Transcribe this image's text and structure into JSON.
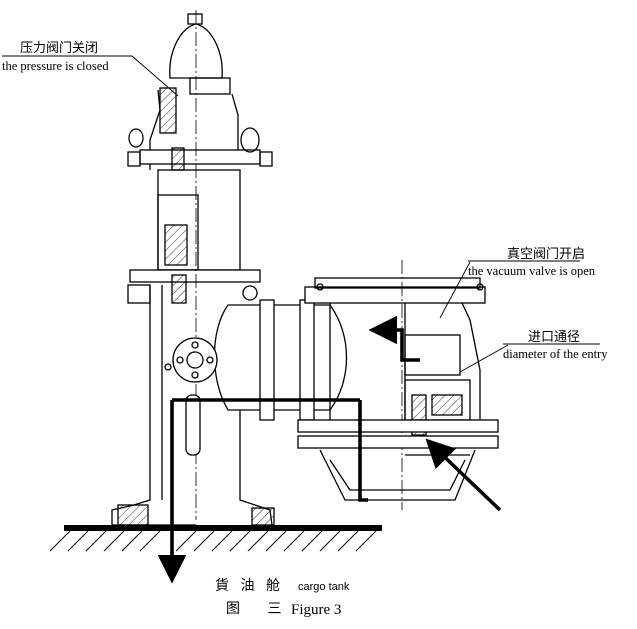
{
  "labels": {
    "pressure_cn": "压力阀门关闭",
    "pressure_en": "the pressure is closed",
    "vacuum_cn": "真空阀门开启",
    "vacuum_en": "the vacuum valve is open",
    "entry_cn": "进口通径",
    "entry_en": "diameter of the entry",
    "cargo_cn": "貨 油 舱",
    "cargo_en": "cargo tank"
  },
  "caption": {
    "cn": "图 三",
    "en": "Figure 3"
  }
}
